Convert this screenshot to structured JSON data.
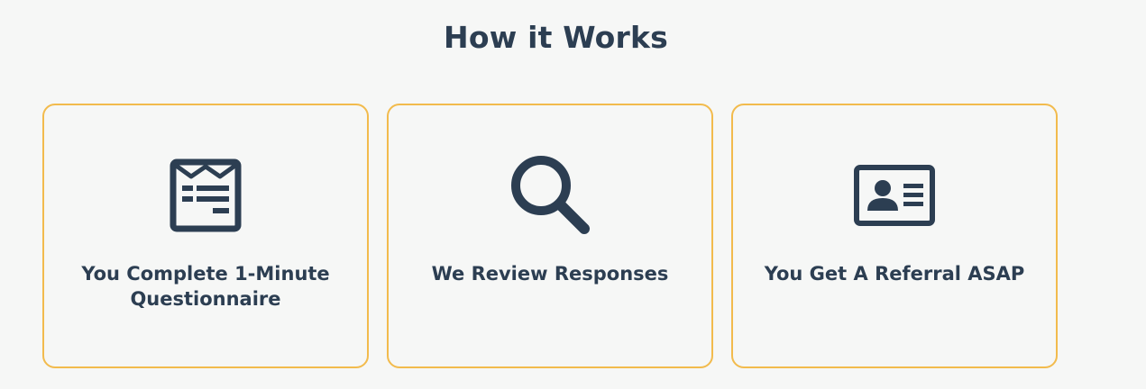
{
  "section": {
    "title": "How it Works"
  },
  "steps": [
    {
      "label_line1": "You Complete 1-Minute",
      "label_line2": "Questionnaire",
      "icon": "questionnaire-form-icon"
    },
    {
      "label": "We Review Responses",
      "icon": "magnifying-glass-icon"
    },
    {
      "label": "You Get A Referral ASAP",
      "icon": "id-card-icon"
    }
  ],
  "colors": {
    "background": "#f6f7f6",
    "text": "#2c3e52",
    "card_border": "#f2bb4d"
  }
}
